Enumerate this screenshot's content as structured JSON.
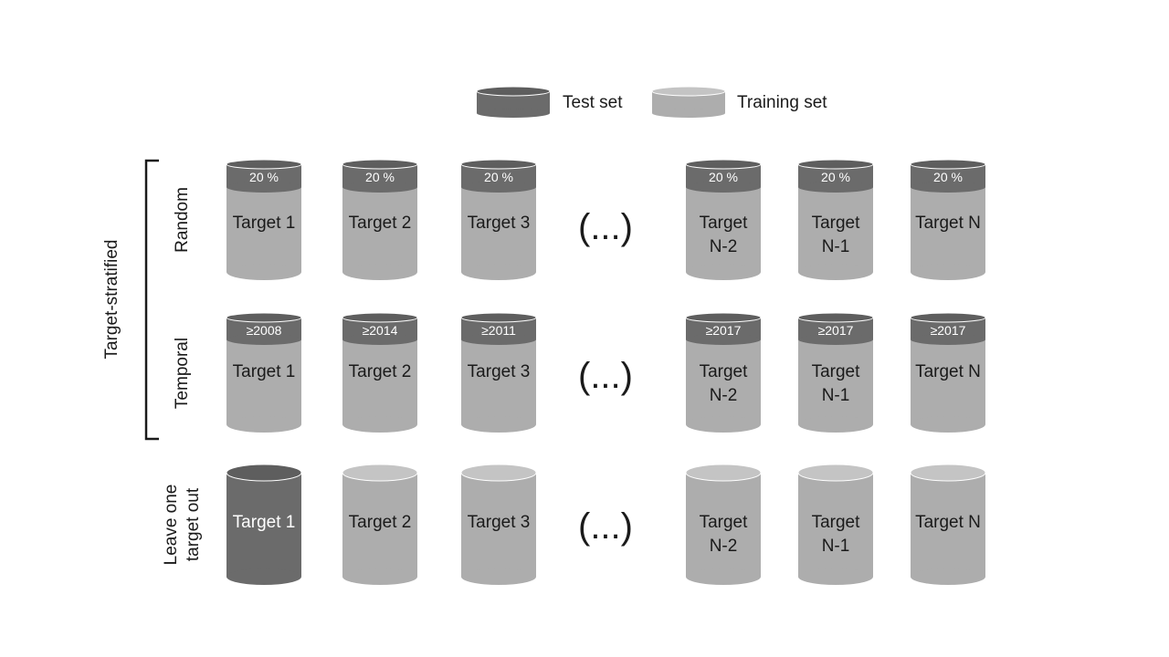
{
  "legend": {
    "test_label": "Test set",
    "training_label": "Training set"
  },
  "group_label": "Target-stratified",
  "colors": {
    "test": "#6b6b6b",
    "test_top": "#5e5e5e",
    "training": "#adadad",
    "training_top": "#c4c4c4",
    "edge": "#ffffff",
    "text": "#1a1a1a"
  },
  "ellipsis": "(...)",
  "rows": [
    {
      "label": "Random",
      "style": "band",
      "cylinders": [
        {
          "lines": [
            "Target 1"
          ],
          "band": "20 %"
        },
        {
          "lines": [
            "Target 2"
          ],
          "band": "20 %"
        },
        {
          "lines": [
            "Target 3"
          ],
          "band": "20 %"
        },
        {
          "lines": [
            "Target",
            "N-2"
          ],
          "band": "20 %"
        },
        {
          "lines": [
            "Target",
            "N-1"
          ],
          "band": "20 %"
        },
        {
          "lines": [
            "Target N"
          ],
          "band": "20 %"
        }
      ]
    },
    {
      "label": "Temporal",
      "style": "band",
      "cylinders": [
        {
          "lines": [
            "Target 1"
          ],
          "band": "≥2008"
        },
        {
          "lines": [
            "Target 2"
          ],
          "band": "≥2014"
        },
        {
          "lines": [
            "Target 3"
          ],
          "band": "≥2011"
        },
        {
          "lines": [
            "Target",
            "N-2"
          ],
          "band": "≥2017"
        },
        {
          "lines": [
            "Target",
            "N-1"
          ],
          "band": "≥2017"
        },
        {
          "lines": [
            "Target N"
          ],
          "band": "≥2017"
        }
      ]
    },
    {
      "label": [
        "Leave one",
        "target out"
      ],
      "style": "full",
      "cylinders": [
        {
          "lines": [
            "Target 1"
          ],
          "role": "test"
        },
        {
          "lines": [
            "Target 2"
          ],
          "role": "training"
        },
        {
          "lines": [
            "Target 3"
          ],
          "role": "training"
        },
        {
          "lines": [
            "Target",
            "N-2"
          ],
          "role": "training"
        },
        {
          "lines": [
            "Target",
            "N-1"
          ],
          "role": "training"
        },
        {
          "lines": [
            "Target N"
          ],
          "role": "training"
        }
      ]
    }
  ]
}
